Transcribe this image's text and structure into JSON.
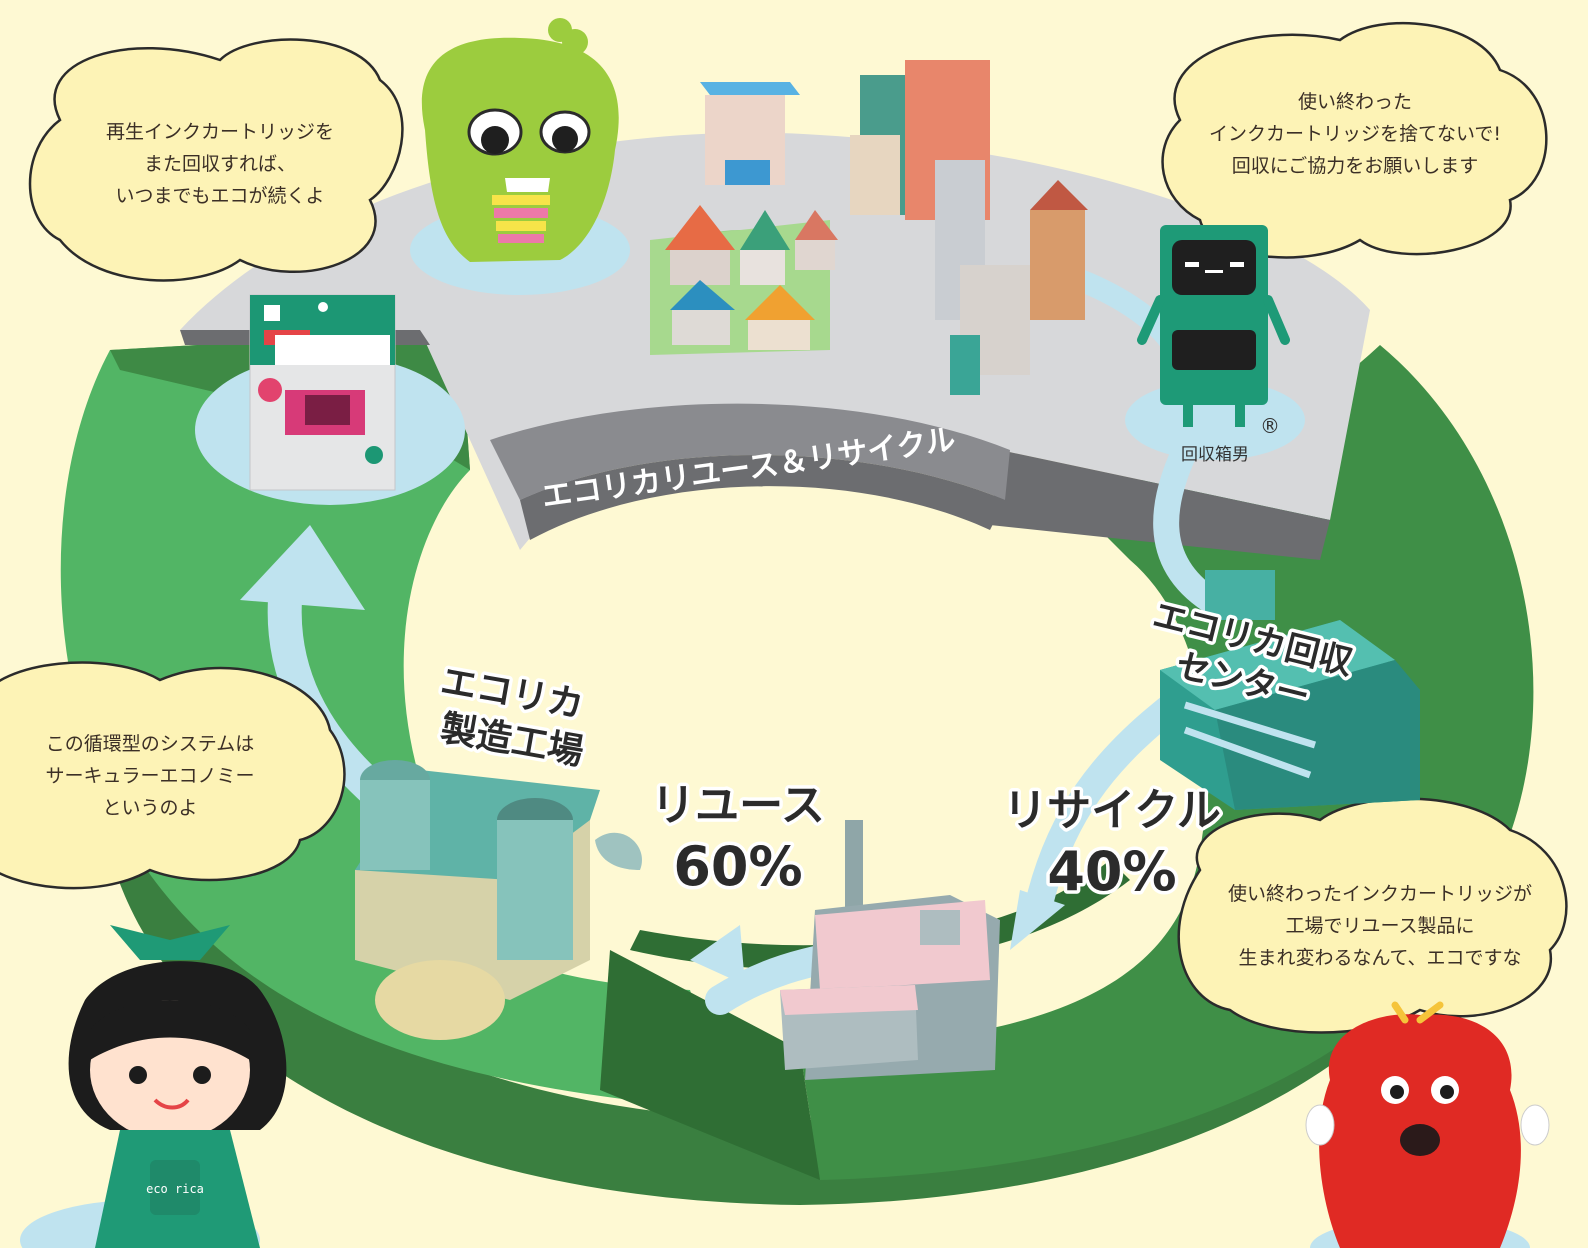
{
  "bubbles": {
    "top_left": "再生インクカートリッジを\nまた回収すれば、\nいつまでもエコが続くよ",
    "top_right": "使い終わった\nインクカートリッジを捨てないで!\n回収にご協力をお願いします",
    "mid_left": "この循環型のシステムは\nサーキュラーエコノミー\nというのよ",
    "bottom_right": "使い終わったインクカートリッジが\n工場でリユース製品に\n生まれ変わるなんて、エコですな"
  },
  "labels": {
    "reuse_recycle_arrow": "エコリカリユース＆リサイクル",
    "collection_center_line1": "エコリカ回収",
    "collection_center_line2": "センター",
    "factory_line1": "エコリカ",
    "factory_line2": "製造工場",
    "reuse_title": "リユース",
    "reuse_percent": "60%",
    "recycle_title": "リサイクル",
    "recycle_percent": "40%",
    "box_man_name": "回収箱男",
    "registered_mark": "®",
    "bag_text": "eco rica"
  },
  "colors": {
    "background": "#fef9d3",
    "green_light": "#52b565",
    "green_dark": "#3e8a45",
    "gray_band": "#b9babd",
    "water": "#bfe3ef"
  }
}
